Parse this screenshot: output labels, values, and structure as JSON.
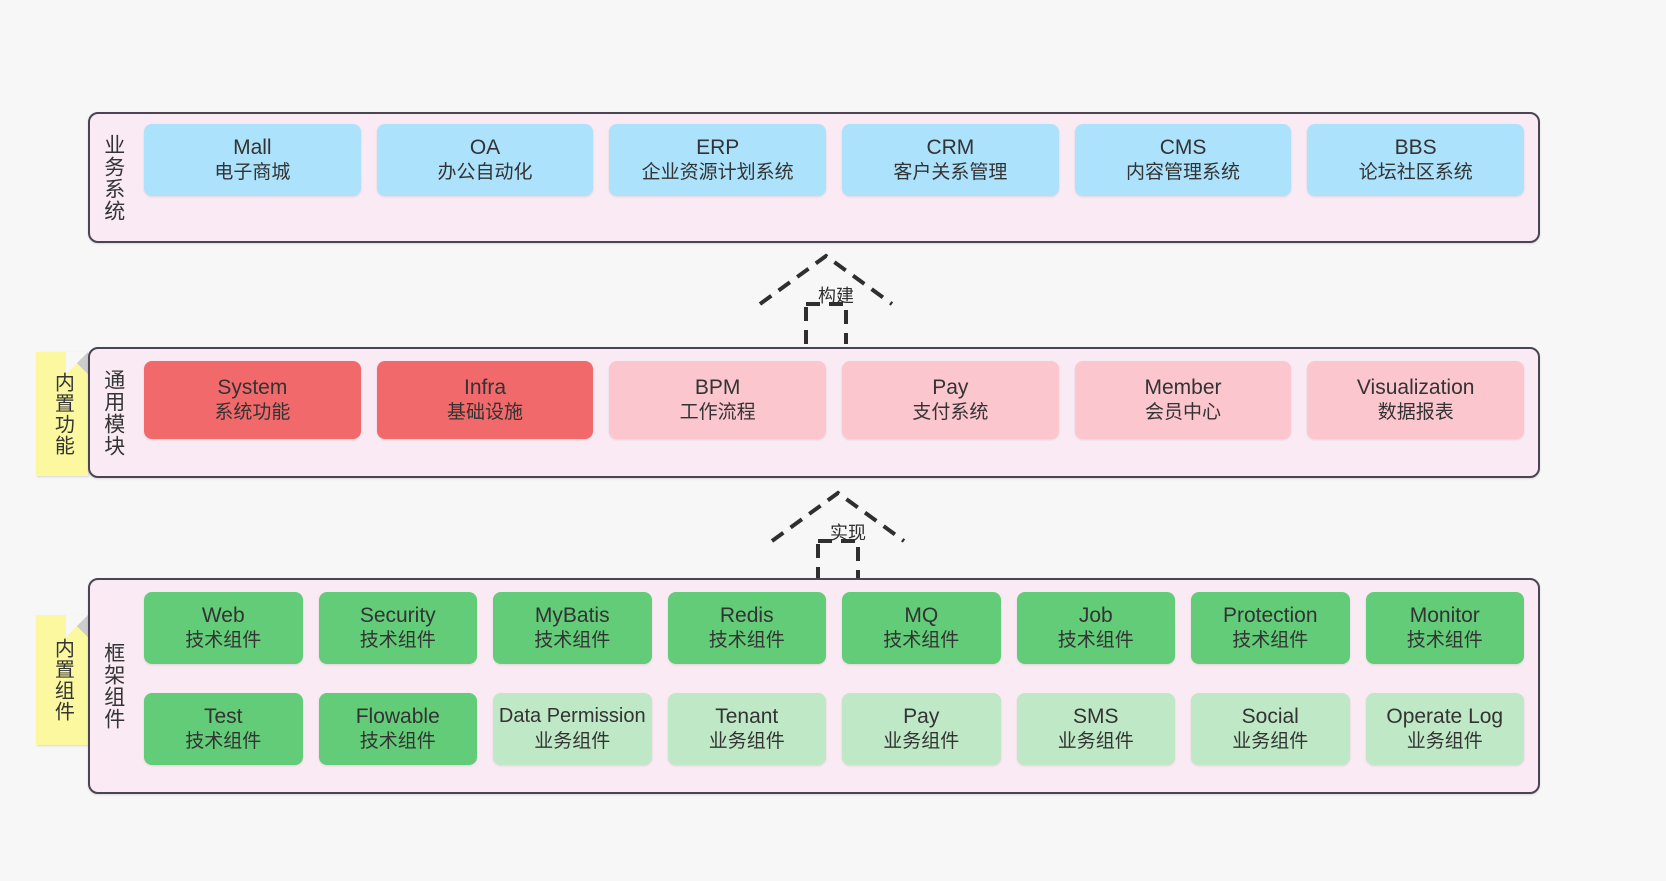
{
  "diagram": {
    "background_color": "#f7f7f7",
    "panel_fill": "#f9eaf4",
    "panel_border": "#4a4453",
    "colors": {
      "business": "#ace2fb",
      "core_module": "#f1696a",
      "module": "#fcc6ce",
      "tech_component": "#62cc78",
      "biz_component": "#bfe8c6",
      "note": "#fbf8a0"
    }
  },
  "layers": {
    "business": {
      "title": "业务系统",
      "items": [
        {
          "en": "Mall",
          "cn": "电子商城"
        },
        {
          "en": "OA",
          "cn": "办公自动化"
        },
        {
          "en": "ERP",
          "cn": "企业资源计划系统"
        },
        {
          "en": "CRM",
          "cn": "客户关系管理"
        },
        {
          "en": "CMS",
          "cn": "内容管理系统"
        },
        {
          "en": "BBS",
          "cn": "论坛社区系统"
        }
      ]
    },
    "common": {
      "title": "通用模块",
      "note": "内置功能",
      "items": [
        {
          "en": "System",
          "cn": "系统功能",
          "variant": "core"
        },
        {
          "en": "Infra",
          "cn": "基础设施",
          "variant": "core"
        },
        {
          "en": "BPM",
          "cn": "工作流程",
          "variant": "normal"
        },
        {
          "en": "Pay",
          "cn": "支付系统",
          "variant": "normal"
        },
        {
          "en": "Member",
          "cn": "会员中心",
          "variant": "normal"
        },
        {
          "en": "Visualization",
          "cn": "数据报表",
          "variant": "normal"
        }
      ]
    },
    "framework": {
      "title": "框架组件",
      "note": "内置组件",
      "row1": [
        {
          "en": "Web",
          "cn": "技术组件"
        },
        {
          "en": "Security",
          "cn": "技术组件"
        },
        {
          "en": "MyBatis",
          "cn": "技术组件"
        },
        {
          "en": "Redis",
          "cn": "技术组件"
        },
        {
          "en": "MQ",
          "cn": "技术组件"
        },
        {
          "en": "Job",
          "cn": "技术组件"
        },
        {
          "en": "Protection",
          "cn": "技术组件"
        },
        {
          "en": "Monitor",
          "cn": "技术组件"
        }
      ],
      "row2": [
        {
          "en": "Test",
          "cn": "技术组件",
          "variant": "tech"
        },
        {
          "en": "Flowable",
          "cn": "技术组件",
          "variant": "tech"
        },
        {
          "en": "Data Permission",
          "cn": "业务组件",
          "variant": "biz"
        },
        {
          "en": "Tenant",
          "cn": "业务组件",
          "variant": "biz"
        },
        {
          "en": "Pay",
          "cn": "业务组件",
          "variant": "biz"
        },
        {
          "en": "SMS",
          "cn": "业务组件",
          "variant": "biz"
        },
        {
          "en": "Social",
          "cn": "业务组件",
          "variant": "biz"
        },
        {
          "en": "Operate Log",
          "cn": "业务组件",
          "variant": "biz"
        }
      ]
    }
  },
  "connectors": {
    "build": {
      "label": "构建",
      "style": "dashed-generalization",
      "direction": "up"
    },
    "implement": {
      "label": "实现",
      "style": "dashed-generalization",
      "direction": "up"
    }
  }
}
